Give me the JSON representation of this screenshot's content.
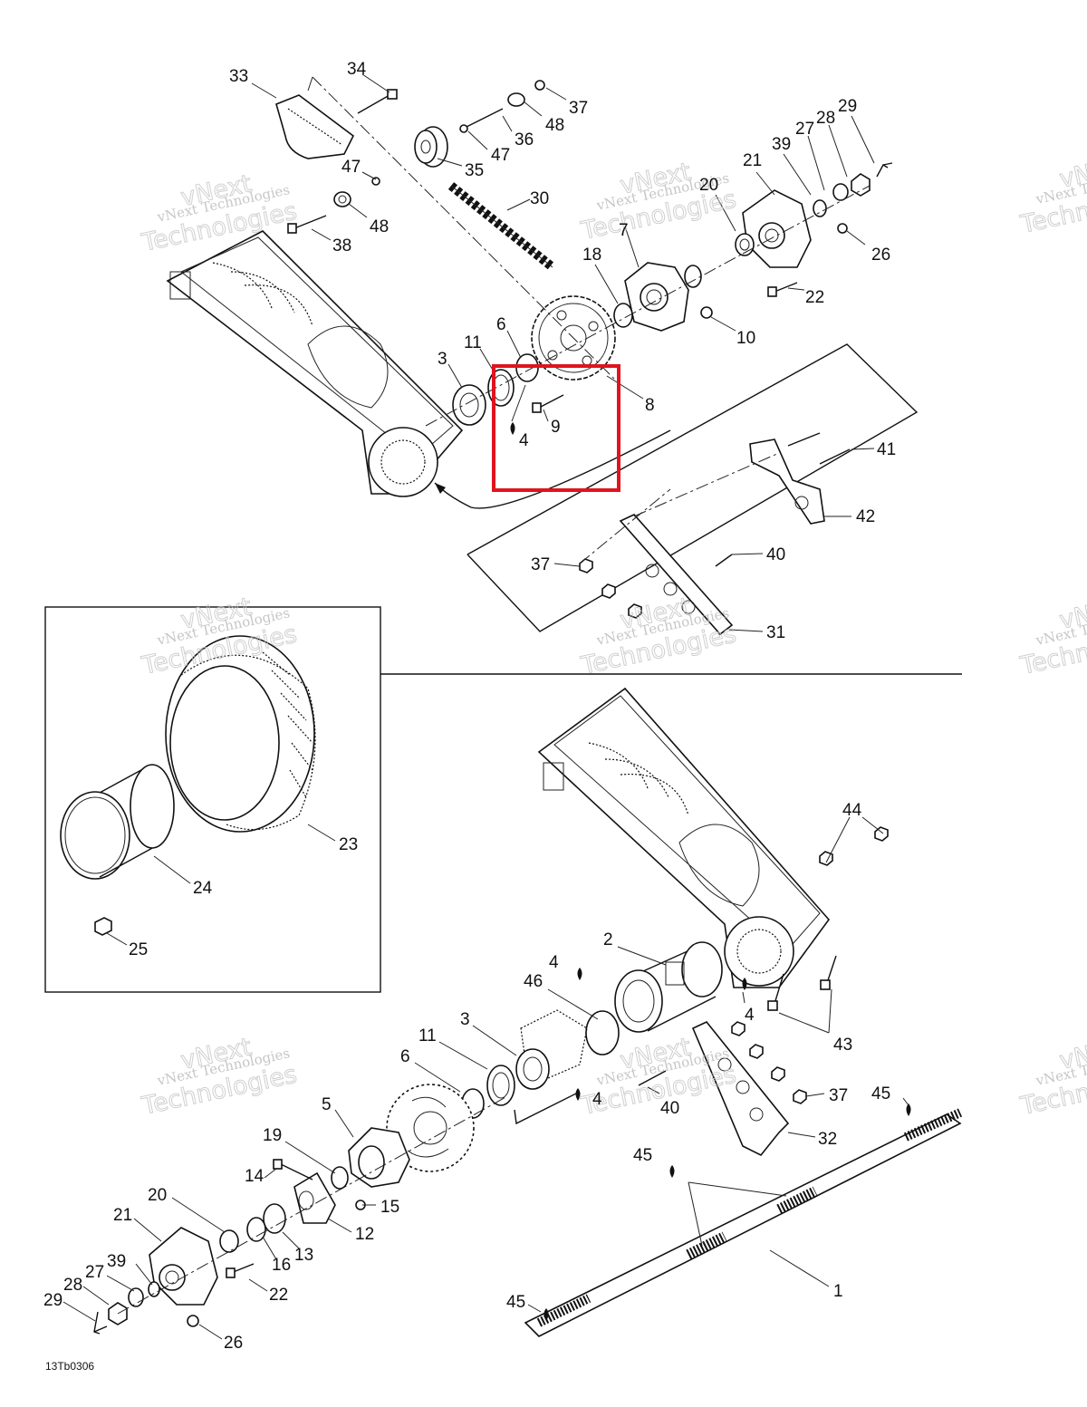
{
  "diagram_code": "13Tb0306",
  "highlight_color": "#e0141e",
  "watermark": {
    "line1": "vNext Technologies",
    "line2": "vNext",
    "line3": "Technologies"
  },
  "callouts": [
    {
      "id": "c33a",
      "label": "33"
    },
    {
      "id": "c34a",
      "label": "34"
    },
    {
      "id": "c37a",
      "label": "37"
    },
    {
      "id": "c48a",
      "label": "48"
    },
    {
      "id": "c36a",
      "label": "36"
    },
    {
      "id": "c47a",
      "label": "47"
    },
    {
      "id": "c35a",
      "label": "35"
    },
    {
      "id": "c47b",
      "label": "47"
    },
    {
      "id": "c48b",
      "label": "48"
    },
    {
      "id": "c38a",
      "label": "38"
    },
    {
      "id": "c30a",
      "label": "30"
    },
    {
      "id": "c29a",
      "label": "29"
    },
    {
      "id": "c28a",
      "label": "28"
    },
    {
      "id": "c27a",
      "label": "27"
    },
    {
      "id": "c39a",
      "label": "39"
    },
    {
      "id": "c21a",
      "label": "21"
    },
    {
      "id": "c20a",
      "label": "20"
    },
    {
      "id": "c7a",
      "label": "7"
    },
    {
      "id": "c18a",
      "label": "18"
    },
    {
      "id": "c26a",
      "label": "26"
    },
    {
      "id": "c22a",
      "label": "22"
    },
    {
      "id": "c10a",
      "label": "10"
    },
    {
      "id": "c6a",
      "label": "6"
    },
    {
      "id": "c11a",
      "label": "11"
    },
    {
      "id": "c3a",
      "label": "3"
    },
    {
      "id": "c8a",
      "label": "8"
    },
    {
      "id": "c9a",
      "label": "9"
    },
    {
      "id": "c4a",
      "label": "4"
    },
    {
      "id": "c41a",
      "label": "41"
    },
    {
      "id": "c42a",
      "label": "42"
    },
    {
      "id": "c40a",
      "label": "40"
    },
    {
      "id": "c37b",
      "label": "37"
    },
    {
      "id": "c31a",
      "label": "31"
    },
    {
      "id": "c23a",
      "label": "23"
    },
    {
      "id": "c24a",
      "label": "24"
    },
    {
      "id": "c25a",
      "label": "25"
    },
    {
      "id": "c44a",
      "label": "44"
    },
    {
      "id": "c2a",
      "label": "2"
    },
    {
      "id": "c4b",
      "label": "4"
    },
    {
      "id": "c46a",
      "label": "46"
    },
    {
      "id": "c4c",
      "label": "4"
    },
    {
      "id": "c43a",
      "label": "43"
    },
    {
      "id": "c3b",
      "label": "3"
    },
    {
      "id": "c11b",
      "label": "11"
    },
    {
      "id": "c6b",
      "label": "6"
    },
    {
      "id": "c4d",
      "label": "4"
    },
    {
      "id": "c40b",
      "label": "40"
    },
    {
      "id": "c37c",
      "label": "37"
    },
    {
      "id": "c45a",
      "label": "45"
    },
    {
      "id": "c5a",
      "label": "5"
    },
    {
      "id": "c32a",
      "label": "32"
    },
    {
      "id": "c19a",
      "label": "19"
    },
    {
      "id": "c45b",
      "label": "45"
    },
    {
      "id": "c14a",
      "label": "14"
    },
    {
      "id": "c15a",
      "label": "15"
    },
    {
      "id": "c20b",
      "label": "20"
    },
    {
      "id": "c12a",
      "label": "12"
    },
    {
      "id": "c21b",
      "label": "21"
    },
    {
      "id": "c13a",
      "label": "13"
    },
    {
      "id": "c16a",
      "label": "16"
    },
    {
      "id": "c27b",
      "label": "27"
    },
    {
      "id": "c39b",
      "label": "39"
    },
    {
      "id": "c22b",
      "label": "22"
    },
    {
      "id": "c28b",
      "label": "28"
    },
    {
      "id": "c1a",
      "label": "1"
    },
    {
      "id": "c29b",
      "label": "29"
    },
    {
      "id": "c45c",
      "label": "45"
    },
    {
      "id": "c26b",
      "label": "26"
    }
  ]
}
